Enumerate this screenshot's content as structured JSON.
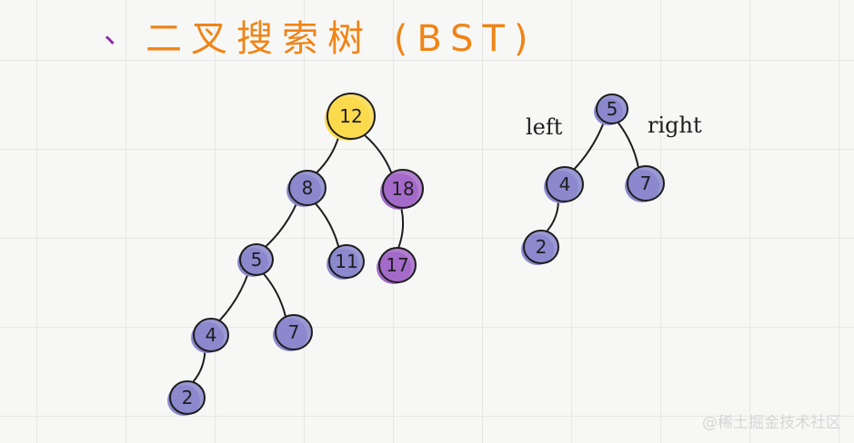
{
  "title": {
    "mark": "、",
    "text": "二叉搜索树 (BST)"
  },
  "watermark": "@稀土掘金技术社区",
  "colors": {
    "title": "#f08416",
    "node_default": "#8b88cc",
    "node_root": "#fcd94e",
    "node_highlight": "#a46ac9",
    "stroke": "#1d1d1d"
  },
  "diagram_main": {
    "nodes": [
      {
        "id": "n12",
        "label": "12",
        "color": "root"
      },
      {
        "id": "n8",
        "label": "8",
        "color": "default"
      },
      {
        "id": "n18",
        "label": "18",
        "color": "highlight"
      },
      {
        "id": "n5",
        "label": "5",
        "color": "default"
      },
      {
        "id": "n11",
        "label": "11",
        "color": "default"
      },
      {
        "id": "n17",
        "label": "17",
        "color": "highlight"
      },
      {
        "id": "n4",
        "label": "4",
        "color": "default"
      },
      {
        "id": "n7",
        "label": "7",
        "color": "default"
      },
      {
        "id": "n2",
        "label": "2",
        "color": "default"
      }
    ],
    "edges": [
      [
        "n12",
        "n8"
      ],
      [
        "n12",
        "n18"
      ],
      [
        "n8",
        "n5"
      ],
      [
        "n8",
        "n11"
      ],
      [
        "n18",
        "n17"
      ],
      [
        "n5",
        "n4"
      ],
      [
        "n5",
        "n7"
      ],
      [
        "n4",
        "n2"
      ]
    ]
  },
  "diagram_subtree": {
    "left_label": "left",
    "right_label": "right",
    "nodes": [
      {
        "id": "s5",
        "label": "5",
        "color": "default"
      },
      {
        "id": "s4",
        "label": "4",
        "color": "default"
      },
      {
        "id": "s7",
        "label": "7",
        "color": "default"
      },
      {
        "id": "s2",
        "label": "2",
        "color": "default"
      }
    ],
    "edges": [
      [
        "s5",
        "s4"
      ],
      [
        "s5",
        "s7"
      ],
      [
        "s4",
        "s2"
      ]
    ]
  }
}
